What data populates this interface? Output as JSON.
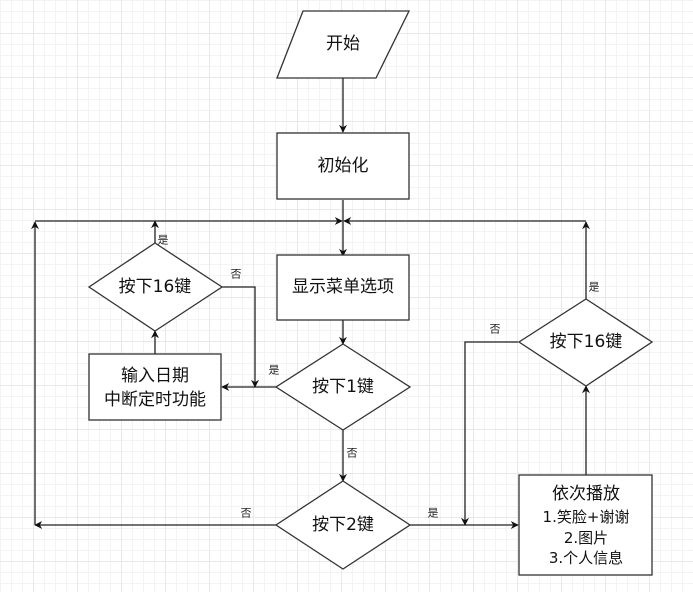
{
  "diagram": {
    "type": "flowchart",
    "nodes": {
      "start": {
        "label": "开始",
        "shape": "parallelogram"
      },
      "init": {
        "label": "初始化",
        "shape": "process"
      },
      "menu": {
        "label": "显示菜单选项",
        "shape": "process"
      },
      "key1": {
        "label": "按下1键",
        "shape": "decision"
      },
      "key2": {
        "label": "按下2键",
        "shape": "decision"
      },
      "key16_left": {
        "label": "按下16键",
        "shape": "decision"
      },
      "key16_right": {
        "label": "按下16键",
        "shape": "decision"
      },
      "input_date": {
        "lines": [
          "输入日期",
          "中断定时功能"
        ],
        "shape": "process"
      },
      "play": {
        "lines": [
          "依次播放",
          "1.笑脸+谢谢",
          "2.图片",
          "3.个人信息"
        ],
        "shape": "process"
      }
    },
    "edges": [
      {
        "from": "start",
        "to": "init",
        "label": ""
      },
      {
        "from": "init",
        "to": "menu",
        "label": ""
      },
      {
        "from": "menu",
        "to": "key1",
        "label": ""
      },
      {
        "from": "key1",
        "to": "input_date",
        "label": "是"
      },
      {
        "from": "key1",
        "to": "key2",
        "label": "否"
      },
      {
        "from": "input_date",
        "to": "key16_left",
        "label": ""
      },
      {
        "from": "key16_left",
        "to": "menu",
        "label": "是"
      },
      {
        "from": "key16_left",
        "to": "input_date",
        "label": "否"
      },
      {
        "from": "key2",
        "to": "play",
        "label": "是"
      },
      {
        "from": "key2",
        "to": "menu",
        "label": "否"
      },
      {
        "from": "play",
        "to": "key16_right",
        "label": ""
      },
      {
        "from": "key16_right",
        "to": "menu",
        "label": "是"
      },
      {
        "from": "key16_right",
        "to": "play",
        "label": "否"
      }
    ],
    "labels": {
      "yes": "是",
      "no": "否"
    }
  }
}
